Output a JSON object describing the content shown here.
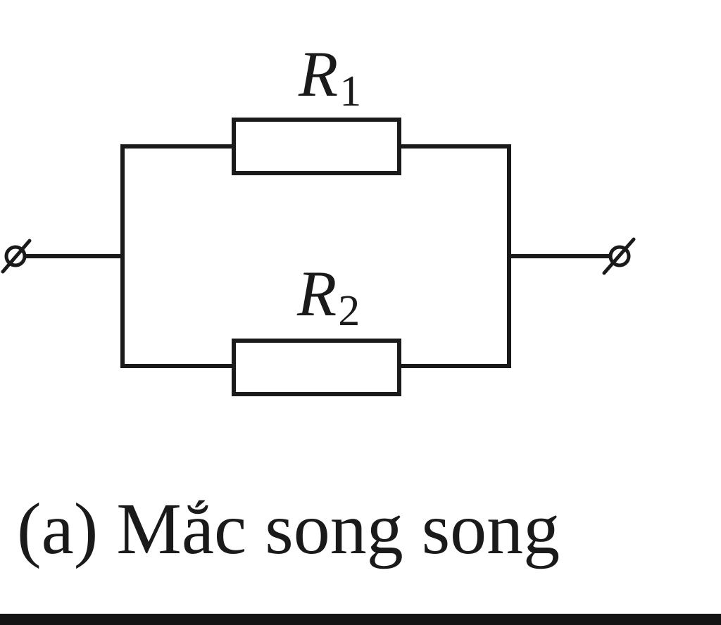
{
  "resistors": [
    {
      "symbol": "R",
      "subscript": "1"
    },
    {
      "symbol": "R",
      "subscript": "2"
    }
  ],
  "caption": "(a) Mắc song song",
  "colors": {
    "line": "#1a1a1a",
    "background": "#ffffff",
    "bottom_bar": "#141414"
  }
}
